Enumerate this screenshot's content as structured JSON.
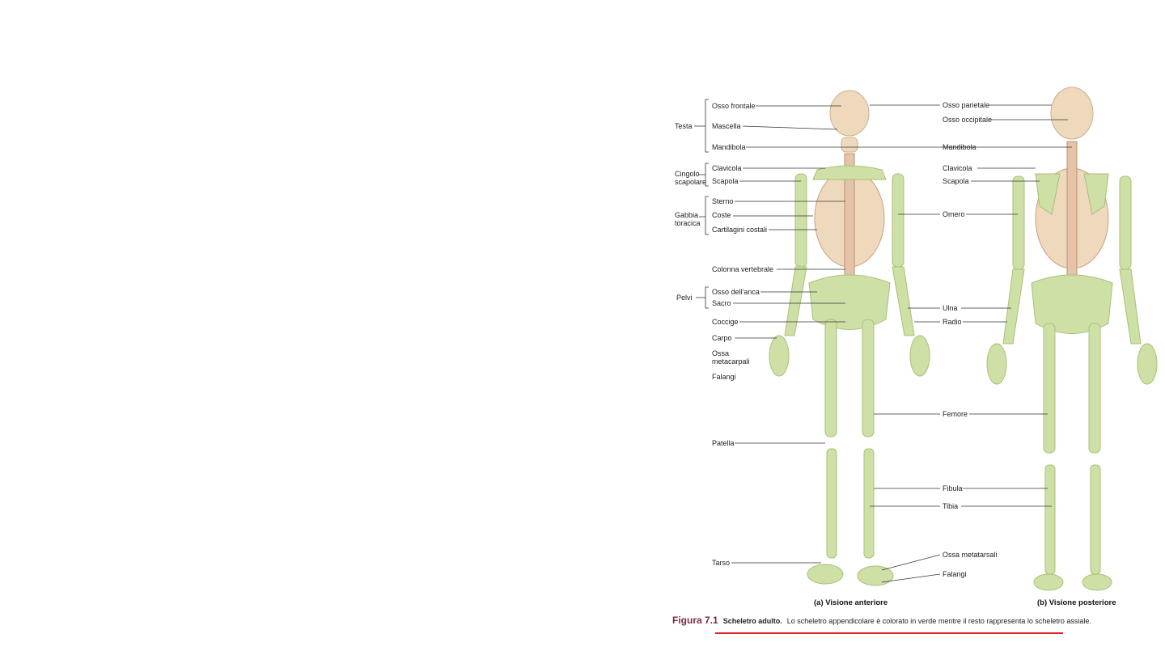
{
  "figure": {
    "left_labels": {
      "groups": [
        {
          "id": "testa",
          "label": "Testa"
        },
        {
          "id": "cingolo",
          "label": "Cingolo\nscapolare"
        },
        {
          "id": "gabbia",
          "label": "Gabbia\ntoracica"
        },
        {
          "id": "pelvi",
          "label": "Pelvi"
        }
      ],
      "items": [
        "Osso frontale",
        "Mascella",
        "Mandibola",
        "Clavicola",
        "Scapola",
        "Sterno",
        "Coste",
        "Cartilagini costali",
        "Colonna vertebrale",
        "Osso dell'anca",
        "Sacro",
        "Coccige",
        "Carpo",
        "Ossa\nmetacarpali",
        "Falangi",
        "Patella",
        "Tarso"
      ]
    },
    "right_labels": [
      "Osso parietale",
      "Osso occipitale",
      "Mandibola",
      "Clavicola",
      "Scapola",
      "Omero",
      "Ulna",
      "Radio",
      "Femore",
      "Fibula",
      "Tibia",
      "Ossa metatarsali",
      "Falangi"
    ],
    "view_a": "(a) Visione anteriore",
    "view_b": "(b) Visione posteriore",
    "caption": {
      "number": "Figura 7.1",
      "title": "Scheletro adulto.",
      "text": "Lo scheletro appendicolare è colorato in verde mentre il resto rappresenta lo scheletro assiale."
    },
    "colors": {
      "appendicular": "#c8dca0",
      "axial": "#efd9bd",
      "accent": "#e2262b"
    }
  }
}
